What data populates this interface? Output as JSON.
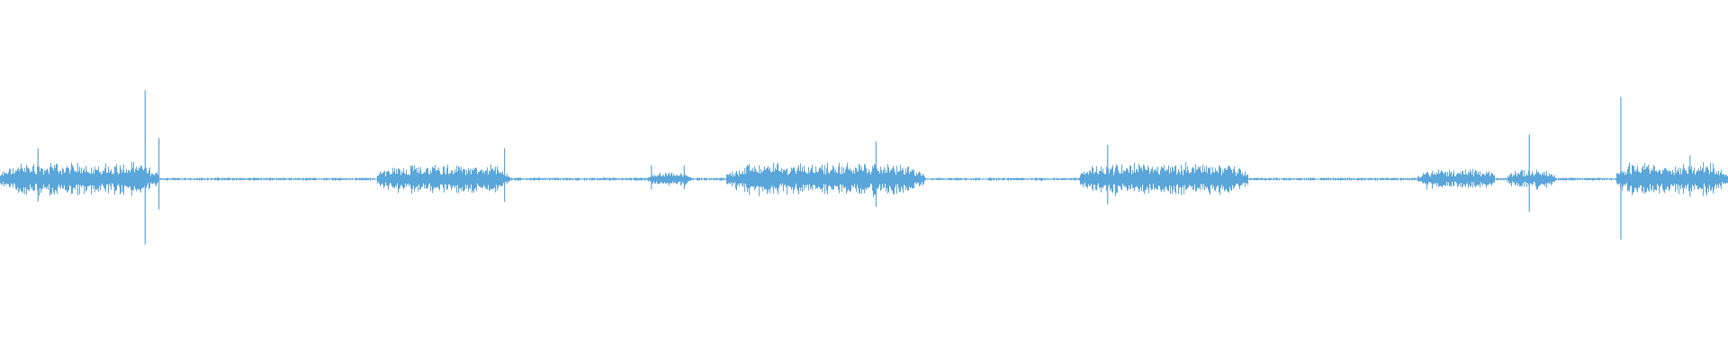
{
  "waveform": {
    "color": "#5aa5d9",
    "background": "#ffffff",
    "baseline_amplitude": 0.004,
    "segments": [
      {
        "start": 0.0,
        "end": 0.092,
        "amplitude": 0.05
      },
      {
        "start": 0.218,
        "end": 0.295,
        "amplitude": 0.045
      },
      {
        "start": 0.375,
        "end": 0.4,
        "amplitude": 0.02
      },
      {
        "start": 0.42,
        "end": 0.535,
        "amplitude": 0.05
      },
      {
        "start": 0.625,
        "end": 0.722,
        "amplitude": 0.05
      },
      {
        "start": 0.82,
        "end": 0.865,
        "amplitude": 0.03
      },
      {
        "start": 0.872,
        "end": 0.9,
        "amplitude": 0.03
      },
      {
        "start": 0.935,
        "end": 1.0,
        "amplitude": 0.05
      }
    ],
    "spikes": [
      {
        "position": 0.022,
        "amplitude": 0.09
      },
      {
        "position": 0.084,
        "amplitude": 0.26
      },
      {
        "position": 0.092,
        "amplitude": 0.12
      },
      {
        "position": 0.292,
        "amplitude": 0.09
      },
      {
        "position": 0.377,
        "amplitude": 0.04
      },
      {
        "position": 0.396,
        "amplitude": 0.04
      },
      {
        "position": 0.507,
        "amplitude": 0.11
      },
      {
        "position": 0.641,
        "amplitude": 0.1
      },
      {
        "position": 0.885,
        "amplitude": 0.13
      },
      {
        "position": 0.938,
        "amplitude": 0.24
      },
      {
        "position": 0.978,
        "amplitude": 0.07
      }
    ]
  }
}
